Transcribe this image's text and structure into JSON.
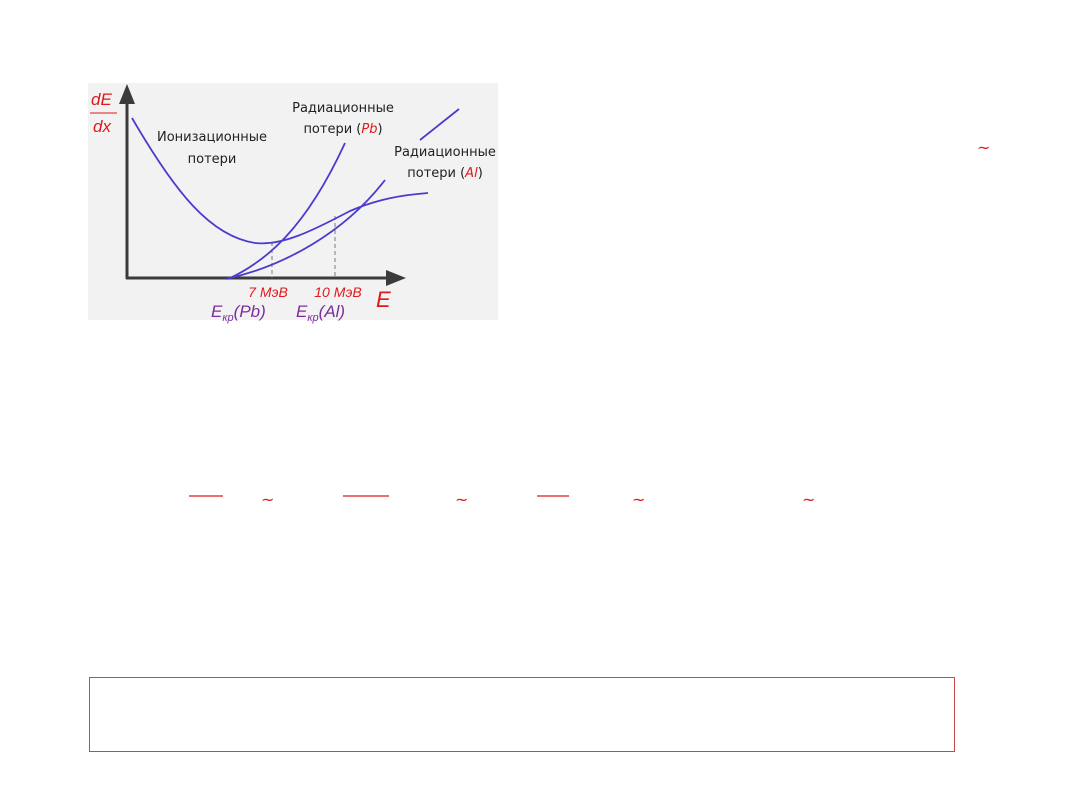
{
  "colors": {
    "curve": "#4a3ccc",
    "axis": "#3b3b3b",
    "accent_red": "#e0191c",
    "purple": "#7b2d9c",
    "panel_bg": "#f2f2f2",
    "guide": "#7a7a7a",
    "box_border": "#c44a4a"
  },
  "axes": {
    "y_numerator": "dE",
    "y_denominator": "dx",
    "x_label": "E"
  },
  "curves": {
    "ionization": [
      "Ионизационные",
      "потери"
    ],
    "radiation_pb": {
      "line1": "Радиационные",
      "prefix": "потери (",
      "element": "Pb",
      "suffix": ")"
    },
    "radiation_al": {
      "line1": "Радиационные",
      "prefix": "потери (",
      "element": "Al",
      "suffix": ")"
    }
  },
  "critical_energies": {
    "pb": {
      "value": "7 МэВ",
      "label_main": "E",
      "label_sub": "кр",
      "label_arg": "(Pb)"
    },
    "al": {
      "value": "10 МэВ",
      "label_main": "E",
      "label_sub": "кр",
      "label_arg": "(Al)"
    }
  },
  "formula_marks": {
    "top_right_tilde": "~",
    "row_tildes": [
      "~",
      "~",
      "~",
      "~"
    ]
  },
  "icons": [
    "down-arrow-icon",
    "right-arrow-icon"
  ]
}
